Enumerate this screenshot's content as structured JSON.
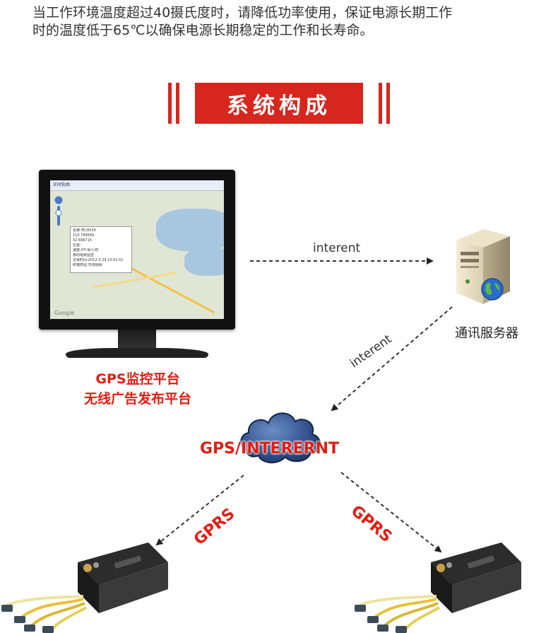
{
  "intro": {
    "line1": "当工作环境温度超过40摄氏度时，请降低功率使用，保证电源长期工作",
    "line2": "时的温度低于65℃以确保电源长期稳定的工作和长寿命。"
  },
  "section": {
    "title": "系统构成"
  },
  "monitor": {
    "window_title": "实时轨图",
    "popup_lines": [
      "车牌:粤C8530",
      "110.799569",
      "32.696715",
      "位置:",
      "速度:0千米/小时",
      "移动视频监控",
      "记录时间:2012-3-24 10:01:51",
      "终端类型:无线视频"
    ],
    "map_brand": "Google",
    "label_line1": "GPS监控平台",
    "label_line2": "无线广告发布平台"
  },
  "server": {
    "label": "通讯服务器"
  },
  "links": {
    "monitor_to_server": "interent",
    "server_to_cloud": "interent",
    "cloud_label": "GPS/INTERERNT",
    "left_link": "GPRS",
    "right_link": "GPRS"
  },
  "colors": {
    "accent_red": "#d7261d",
    "label_red": "#e21d13"
  },
  "icons": [
    "server-icon",
    "globe-icon",
    "cloud-icon",
    "dvr-device-icon",
    "arrow-head-icon"
  ]
}
